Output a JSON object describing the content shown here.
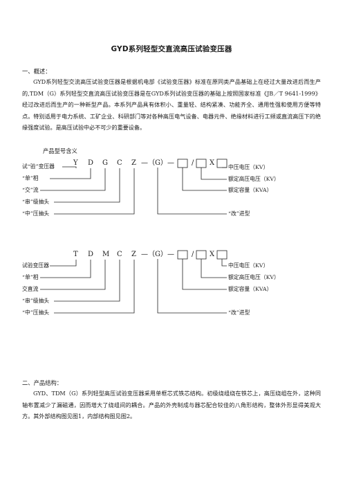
{
  "title": "GYD系列轻型交直流高压试验变压器",
  "section1": {
    "heading": "一、概述：",
    "paragraph": "GYD系列轻型交流高压试验变压器是根据机电部《试验变压器》标准在原同类产品基础上在经过大量改进后而生产的,TDM（G）系列轻型交直流高压试验变压器是在GYD系列试验变压器的基础上按照国家标准《JB／T 9641-1999》经过改进后而生产的一种新型产品。本系列产品具有体积小、重量轻、结构紧凑、功能齐全、通用性强和使用方便等特点。特别适用于电力系统、工矿企业、科研部门等对各种高压电气设备、电器元件、绝缘材料进行工频或直流高压下的绝缘强度试验。是高压试验中必不可少的重要设备。",
    "model_caption": "产品型号含义"
  },
  "diagram1": {
    "code": [
      "Y",
      "D",
      "G",
      "C",
      "Z",
      "—（G）—",
      "/",
      "X"
    ],
    "left_labels": [
      "试“验”变压器",
      "“单”相",
      "“交”流",
      "“串”级抽头",
      "“中”压抽头"
    ],
    "right_labels": [
      "中压电压（KV）",
      "额定高压电压（KV）",
      "额定容量（KVA）",
      "“改”进型"
    ]
  },
  "diagram2": {
    "code": [
      "T",
      "D",
      "M",
      "C",
      "Z",
      "—（G）—",
      "/",
      "X"
    ],
    "left_labels": [
      "试验变压器",
      "“单”相",
      "交直流",
      "“串”级抽头",
      "“中”压抽头"
    ],
    "right_labels": [
      "中压电压（KV）",
      "额定高压电压（KV）",
      "额定容量（KVA）",
      "“改”进型"
    ]
  },
  "section2": {
    "heading": "二、产品结构：",
    "paragraph": "GYD、TDM（G）系列轻型高压试验变压器采用单框芯式铁芯结构。初级绕组绕在铁芯上，高压绕组在外，这种同轴布置减少了漏磁通，因而增大了绕组间的耦合。产品的外壳制成与器芯配合较佳的八角形结构，整体外形显得美观大方。其外部结构图见图1，内部结构图见图2。"
  }
}
